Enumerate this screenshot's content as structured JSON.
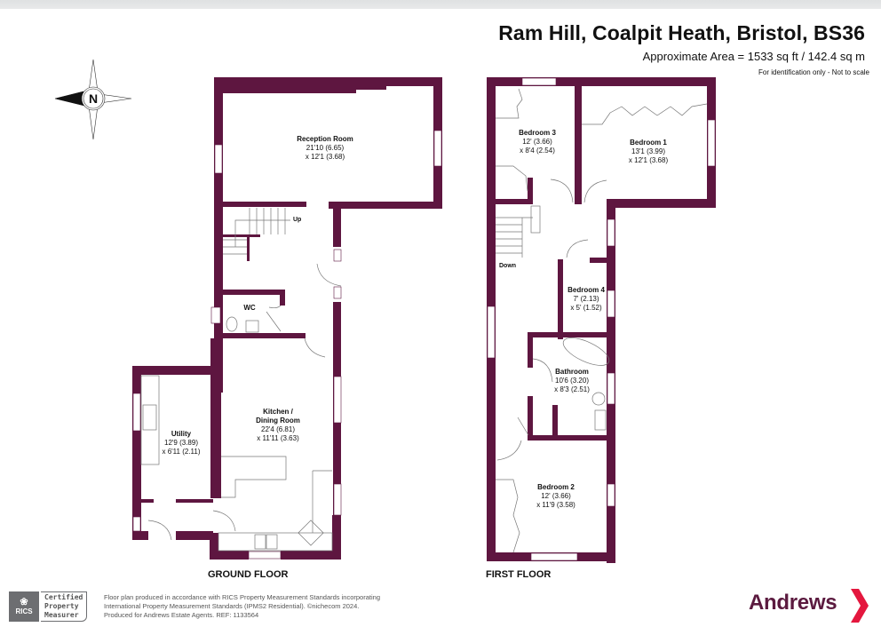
{
  "header": {
    "title": "Ram Hill, Coalpit Heath, Bristol, BS36",
    "area": "Approximate Area = 1533 sq ft / 142.4 sq m",
    "disclaimer": "For identification only - Not to scale"
  },
  "compass": {
    "icon": "compass-north-arrow-icon",
    "letter": "N"
  },
  "colors": {
    "wall": "#5e1640",
    "brand": "#5b1a3f",
    "accent_red": "#e4173e"
  },
  "ground_floor": {
    "label": "GROUND FLOOR",
    "stairs_label": "Up",
    "rooms": [
      {
        "name": "Reception Room",
        "dim1": "21'10 (6.65)",
        "dim2": "x 12'1 (3.68)"
      },
      {
        "name": "WC",
        "dim1": "",
        "dim2": ""
      },
      {
        "name": "Kitchen /",
        "name2": "Dining Room",
        "dim1": "22'4 (6.81)",
        "dim2": "x 11'11 (3.63)"
      },
      {
        "name": "Utility",
        "dim1": "12'9 (3.89)",
        "dim2": "x 6'11 (2.11)"
      }
    ]
  },
  "first_floor": {
    "label": "FIRST FLOOR",
    "stairs_label": "Down",
    "rooms": [
      {
        "name": "Bedroom 3",
        "dim1": "12' (3.66)",
        "dim2": "x 8'4 (2.54)"
      },
      {
        "name": "Bedroom 1",
        "dim1": "13'1 (3.99)",
        "dim2": "x 12'1 (3.68)"
      },
      {
        "name": "Bedroom 4",
        "dim1": "7' (2.13)",
        "dim2": "x 5' (1.52)"
      },
      {
        "name": "Bathroom",
        "dim1": "10'6 (3.20)",
        "dim2": "x 8'3 (2.51)"
      },
      {
        "name": "Bedroom 2",
        "dim1": "12' (3.66)",
        "dim2": "x 11'9 (3.58)"
      }
    ]
  },
  "footer": {
    "rics_logo": "RICS",
    "rics_cert_line1": "Certified",
    "rics_cert_line2": "Property",
    "rics_cert_line3": "Measurer",
    "note_line1": "Floor plan produced in accordance with RICS Property Measurement Standards incorporating",
    "note_line2": "International Property Measurement Standards (IPMS2 Residential).   ©nichecom 2024.",
    "note_line3": "Produced for Andrews Estate Agents.   REF:  1133564",
    "brand": "Andrews"
  }
}
